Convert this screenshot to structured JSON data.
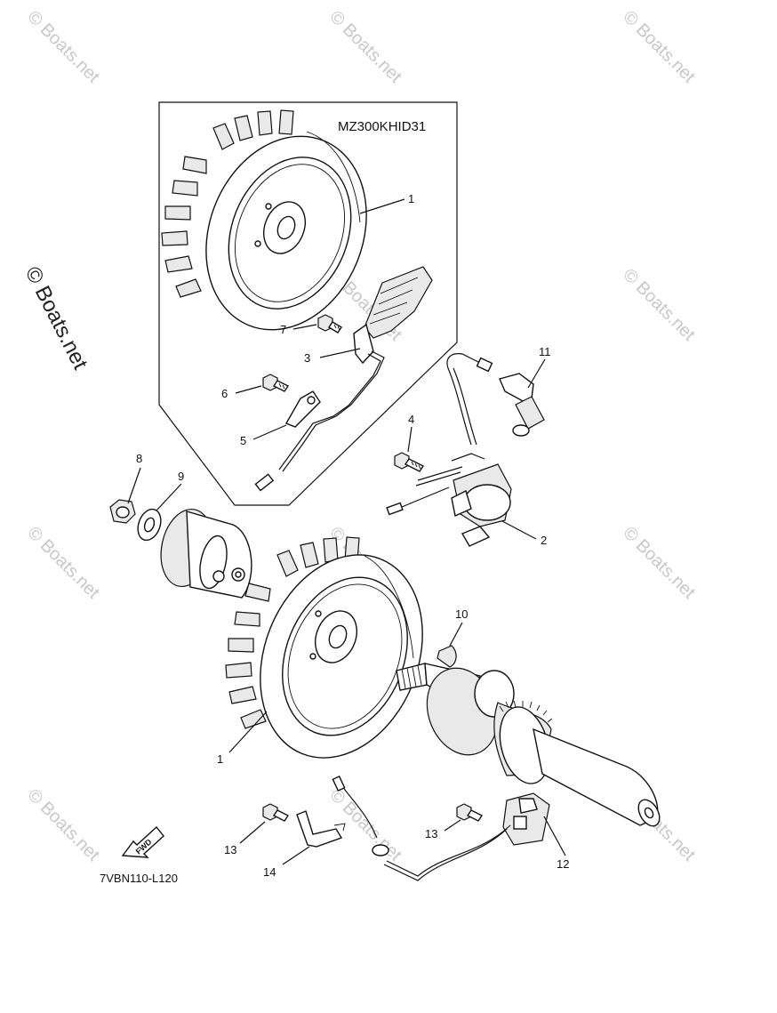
{
  "diagram": {
    "kit_code": "MZ300KHID31",
    "drawing_code": "7VBN110-L120",
    "fwd_label": "FWD",
    "watermark": "© Boats.net",
    "side_watermark": "© Boats.net",
    "callouts": {
      "c1_top": "1",
      "c1_bottom": "1",
      "c2": "2",
      "c3": "3",
      "c4": "4",
      "c5": "5",
      "c6": "6",
      "c7": "7",
      "c8": "8",
      "c9": "9",
      "c10": "10",
      "c11": "11",
      "c12": "12",
      "c13_left": "13",
      "c13_right": "13",
      "c14": "14"
    }
  }
}
